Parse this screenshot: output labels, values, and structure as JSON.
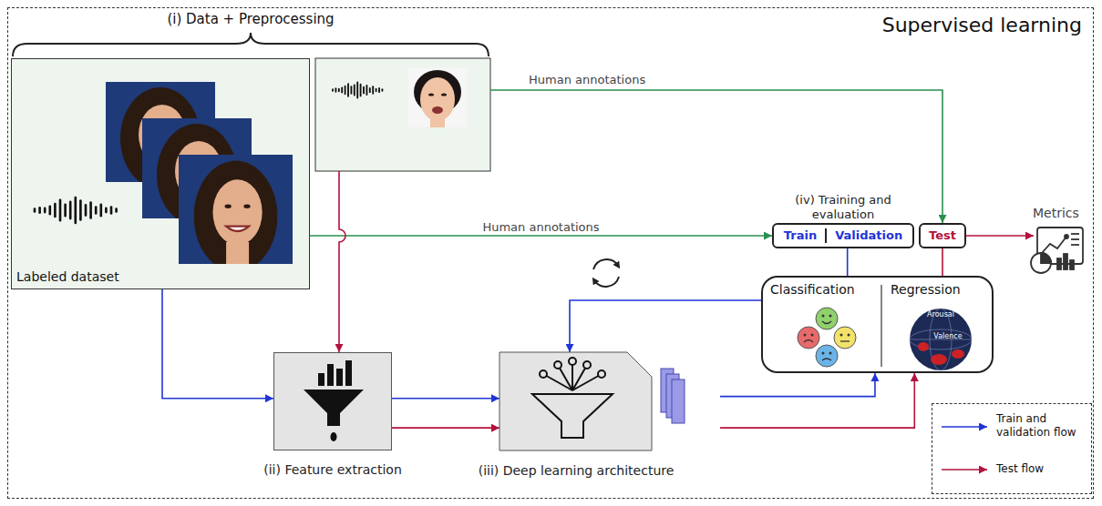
{
  "diagram": {
    "nodes": [
      {
        "text": [
          "Supervised learning"
        ]
      },
      {
        "text": [
          "Labeled dataset"
        ],
        "in": 0
      },
      {
        "text": [
          "(ii) Feature extraction"
        ],
        "in": 0
      },
      {
        "text": [
          "(iii) Deep learning architecture"
        ],
        "in": 0
      },
      {
        "text": [
          "(iv) Training and evaluation",
          "Train",
          "Validation"
        ],
        "in": 0
      },
      {
        "text": [
          "Test"
        ],
        "in": 0
      },
      {
        "text": [
          "Classification",
          "Regression"
        ],
        "in": 0
      }
    ],
    "edges": [
      {
        "from": 1,
        "to": 2,
        "arrow": "to"
      },
      {
        "from": 1,
        "to": 4,
        "arrow": "to",
        "label": "Human annotations"
      },
      {
        "from": 2,
        "to": 3,
        "arrow": "to"
      },
      {
        "from": 2,
        "to": 3,
        "arrow": "to"
      },
      {
        "from": 3,
        "to": 6,
        "arrow": "to"
      },
      {
        "from": 3,
        "to": 6,
        "arrow": "to"
      },
      {
        "from": 6,
        "to": 3,
        "arrow": "to"
      },
      {
        "from": 4,
        "to": 6,
        "arrow": "none"
      },
      {
        "from": 5,
        "to": 6,
        "arrow": "none"
      }
    ],
    "labels": [
      "(i) Data + Preprocessing",
      "Human annotations",
      "Metrics",
      "Arousal",
      "Valence"
    ],
    "legend": [
      {
        "text": "Train and validation flow"
      },
      {
        "text": "Test flow"
      }
    ]
  }
}
